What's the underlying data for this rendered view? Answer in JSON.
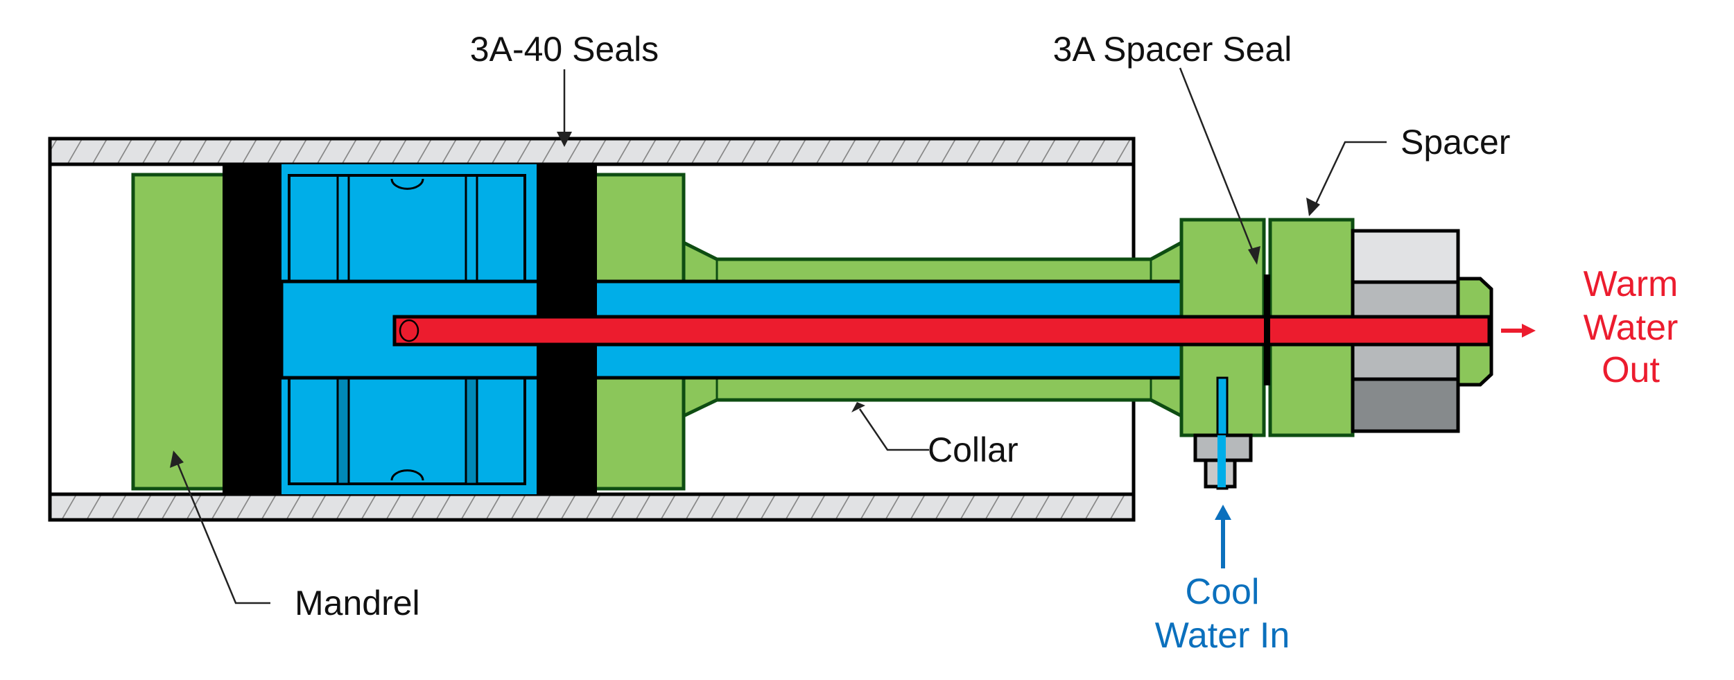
{
  "labels": {
    "seals": "3A-40 Seals",
    "spacer_seal": "3A Spacer Seal",
    "spacer": "Spacer",
    "collar": "Collar",
    "mandrel": "Mandrel",
    "warm_out": [
      "Warm",
      "Water",
      "Out"
    ],
    "cool_in": [
      "Cool",
      "Water In"
    ]
  },
  "colors": {
    "mandrel_green": "#8bc65a",
    "water_blue": "#00aee8",
    "hot_red": "#ec1c2e",
    "seal_black": "#000000",
    "cool_label": "#0b70bd",
    "warm_label": "#ec1c2e"
  }
}
